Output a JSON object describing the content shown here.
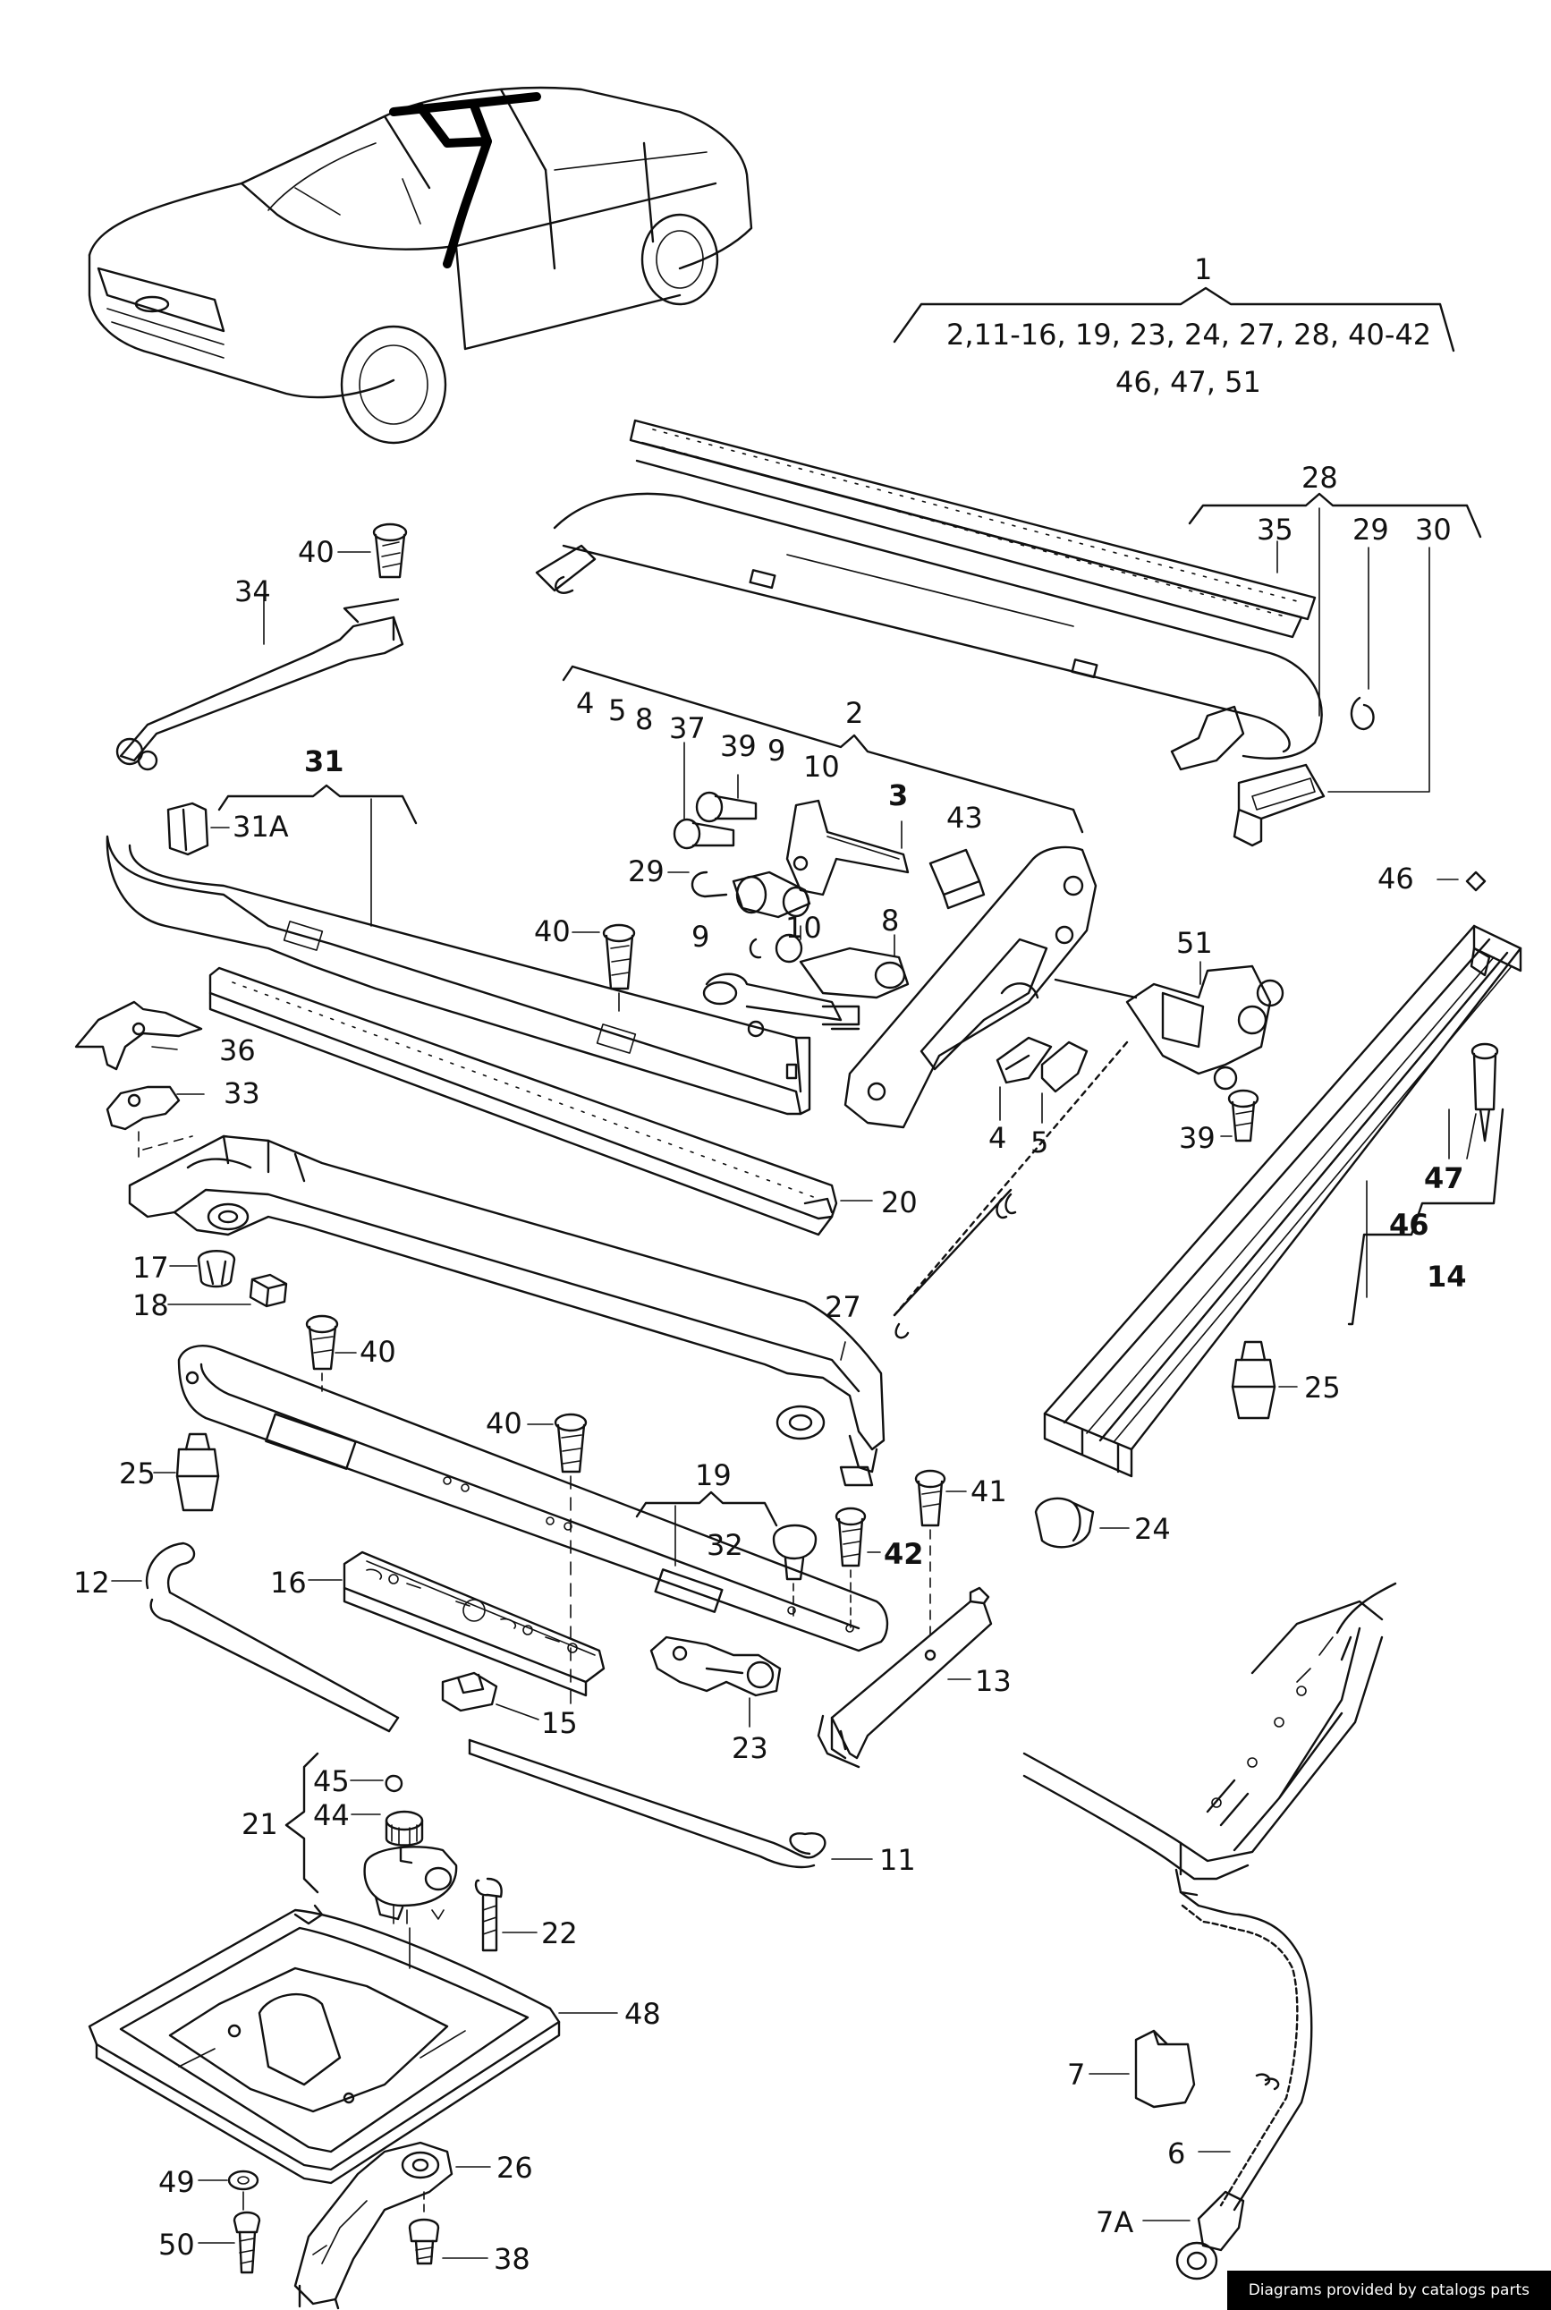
{
  "diagram": {
    "credit": "Diagrams provided by catalogs parts",
    "groups": {
      "g1": {
        "head": "1",
        "row1": "2,11-16, 19, 23, 24, 27, 28, 40-42",
        "row2": "46, 47, 51"
      },
      "g28": {
        "head": "28"
      },
      "g2": {
        "head": "2"
      },
      "g31": {
        "head": "31"
      },
      "g19": {
        "head": "19"
      },
      "g21": {
        "head": "21"
      },
      "g14": {
        "head": "14"
      }
    },
    "callouts": [
      {
        "id": "35",
        "text": "35"
      },
      {
        "id": "29a",
        "text": "29"
      },
      {
        "id": "30",
        "text": "30"
      },
      {
        "id": "40a",
        "text": "40"
      },
      {
        "id": "34",
        "text": "34"
      },
      {
        "id": "4a",
        "text": "4"
      },
      {
        "id": "5a",
        "text": "5"
      },
      {
        "id": "8a",
        "text": "8"
      },
      {
        "id": "37",
        "text": "37"
      },
      {
        "id": "39a",
        "text": "39"
      },
      {
        "id": "9a",
        "text": "9"
      },
      {
        "id": "10a",
        "text": "10"
      },
      {
        "id": "3",
        "text": "3"
      },
      {
        "id": "43",
        "text": "43"
      },
      {
        "id": "29b",
        "text": "29"
      },
      {
        "id": "31A",
        "text": "31A"
      },
      {
        "id": "40b",
        "text": "40"
      },
      {
        "id": "9b",
        "text": "9"
      },
      {
        "id": "10b",
        "text": "10"
      },
      {
        "id": "8b",
        "text": "8"
      },
      {
        "id": "51",
        "text": "51"
      },
      {
        "id": "46a",
        "text": "46"
      },
      {
        "id": "36",
        "text": "36"
      },
      {
        "id": "33",
        "text": "33"
      },
      {
        "id": "4b",
        "text": "4"
      },
      {
        "id": "5b",
        "text": "5"
      },
      {
        "id": "39b",
        "text": "39"
      },
      {
        "id": "47",
        "text": "47"
      },
      {
        "id": "46b",
        "text": "46"
      },
      {
        "id": "20",
        "text": "20"
      },
      {
        "id": "17",
        "text": "17"
      },
      {
        "id": "18",
        "text": "18"
      },
      {
        "id": "40c",
        "text": "40"
      },
      {
        "id": "27",
        "text": "27"
      },
      {
        "id": "25a",
        "text": "25"
      },
      {
        "id": "40d",
        "text": "40"
      },
      {
        "id": "25b",
        "text": "25"
      },
      {
        "id": "41",
        "text": "41"
      },
      {
        "id": "32",
        "text": "32"
      },
      {
        "id": "42",
        "text": "42"
      },
      {
        "id": "24",
        "text": "24"
      },
      {
        "id": "12",
        "text": "12"
      },
      {
        "id": "16",
        "text": "16"
      },
      {
        "id": "13",
        "text": "13"
      },
      {
        "id": "15",
        "text": "15"
      },
      {
        "id": "23",
        "text": "23"
      },
      {
        "id": "45",
        "text": "45"
      },
      {
        "id": "44",
        "text": "44"
      },
      {
        "id": "11",
        "text": "11"
      },
      {
        "id": "22",
        "text": "22"
      },
      {
        "id": "48",
        "text": "48"
      },
      {
        "id": "7",
        "text": "7"
      },
      {
        "id": "6",
        "text": "6"
      },
      {
        "id": "49",
        "text": "49"
      },
      {
        "id": "26",
        "text": "26"
      },
      {
        "id": "7A",
        "text": "7A"
      },
      {
        "id": "50",
        "text": "50"
      },
      {
        "id": "38",
        "text": "38"
      }
    ]
  }
}
